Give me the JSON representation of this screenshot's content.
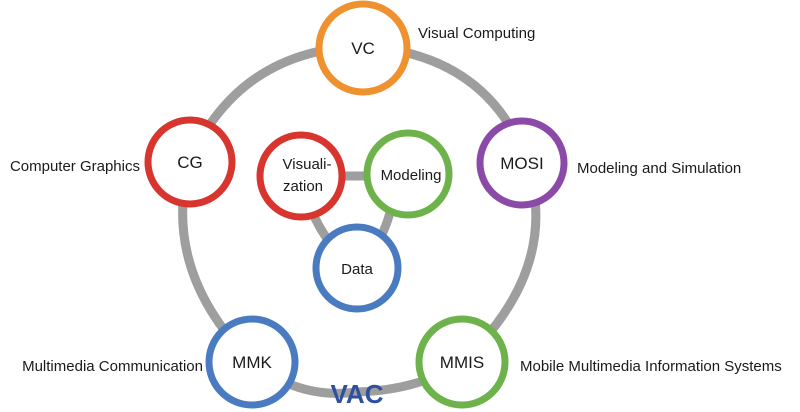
{
  "colors": {
    "ring": "#9e9e9e",
    "orange": "#f0912f",
    "red": "#d8352f",
    "purple": "#8c4aa8",
    "green": "#6db24a",
    "blue": "#4a7bc0",
    "center_label": "#2f4fa0"
  },
  "outer_nodes": {
    "vc": {
      "label": "VC",
      "description": "Visual Computing"
    },
    "cg": {
      "label": "CG",
      "description": "Computer Graphics"
    },
    "mosi": {
      "label": "MOSI",
      "description": "Modeling and Simulation"
    },
    "mmk": {
      "label": "MMK",
      "description": "Multimedia Communication"
    },
    "mmis": {
      "label": "MMIS",
      "description": "Mobile Multimedia Information Systems"
    }
  },
  "inner_nodes": {
    "visualization": {
      "line1": "Visuali-",
      "line2": "zation"
    },
    "modeling": {
      "label": "Modeling"
    },
    "data": {
      "label": "Data"
    }
  },
  "center_label": "VAC"
}
